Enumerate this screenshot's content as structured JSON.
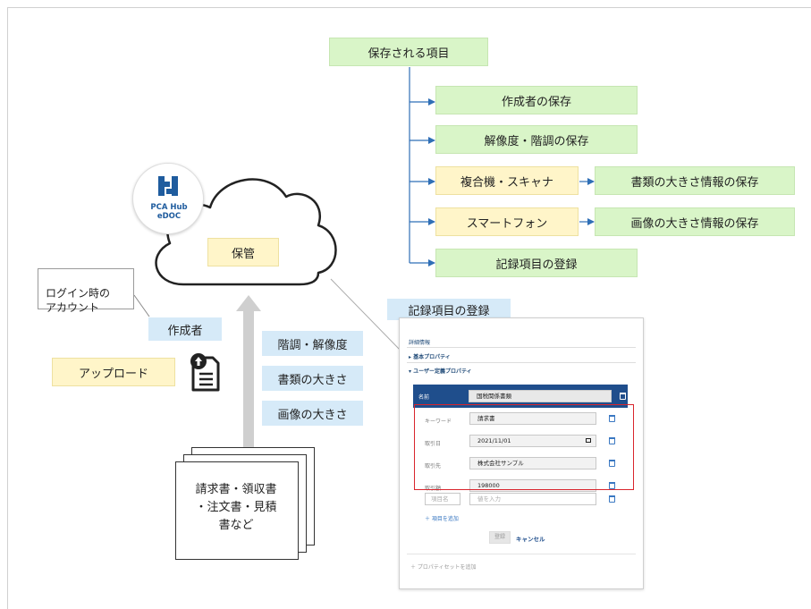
{
  "items_header": "保存される項目",
  "items": [
    {
      "label": "作成者の保存"
    },
    {
      "label": "解像度・階調の保存"
    },
    {
      "label": "複合機・スキャナ",
      "target": "書類の大きさ情報の保存"
    },
    {
      "label": "スマートフォン",
      "target": "画像の大きさ情報の保存"
    },
    {
      "label": "記録項目の登録"
    }
  ],
  "logo": {
    "line1": "PCA Hub",
    "line2": "eDOC"
  },
  "storage_label": "保管",
  "login_account": "ログイン時の\nアカウント",
  "creator_label": "作成者",
  "upload_label": "アップロード",
  "attributes": [
    "階調・解像度",
    "書類の大きさ",
    "画像の大きさ"
  ],
  "documents_text": "請求書・領収書\n・注文書・見積\n書など",
  "register_title": "記録項目の登録",
  "form": {
    "details_header": "詳細情報",
    "basic_properties": "基本プロパティ",
    "user_properties": "ユーザー定義プロパティ",
    "name_label": "名前",
    "name_value": "国税関係書類",
    "rows": [
      {
        "label": "キーワード",
        "value": "請求書"
      },
      {
        "label": "取引日",
        "value": "2021/11/01"
      },
      {
        "label": "取引先",
        "value": "株式会社サンプル"
      },
      {
        "label": "取引額",
        "value": "198000"
      }
    ],
    "item_name_placeholder": "項目名",
    "value_placeholder": "値を入力",
    "add_item": "＋ 項目を追加",
    "register_button": "登録",
    "cancel_button": "キャンセル",
    "add_property_set": "＋ プロパティセットを追加"
  }
}
